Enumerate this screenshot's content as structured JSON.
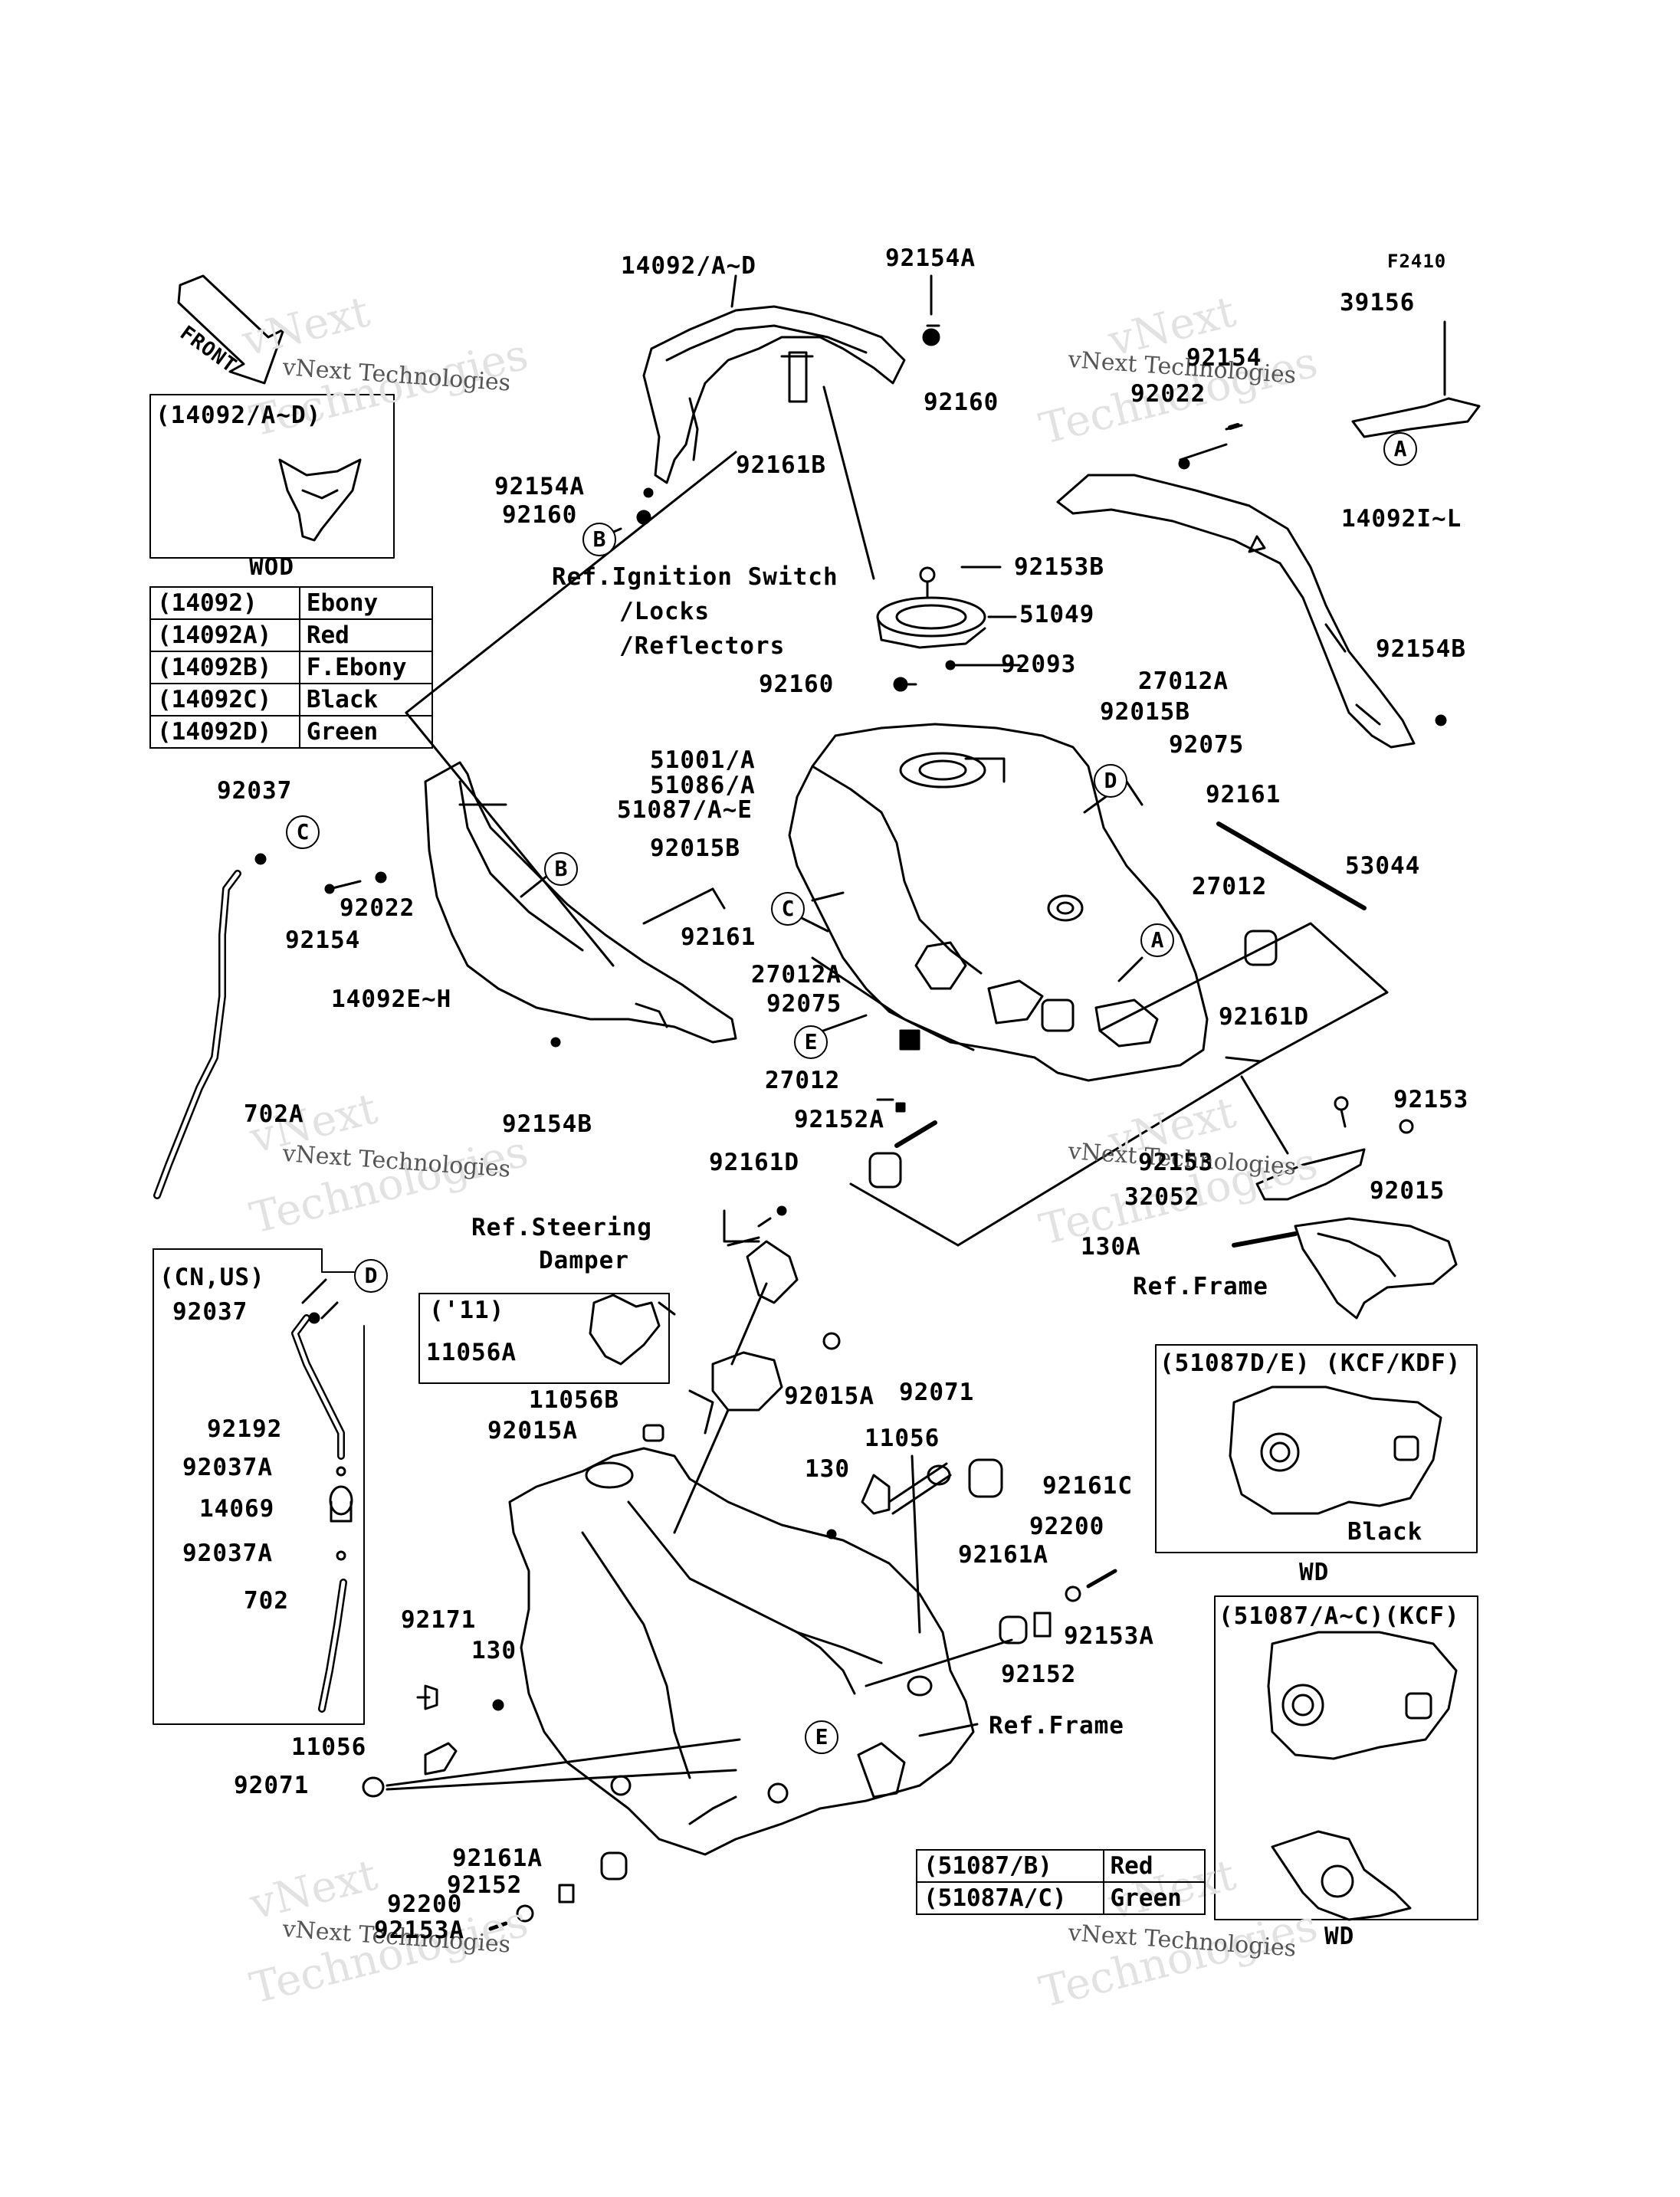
{
  "figure_code": "F2410",
  "front_arrow": "FRONT",
  "watermark": {
    "brand": "vNext Technologies",
    "brand_repeat": "vNext",
    "word": "Technologies"
  },
  "labels": {
    "p14092_AD": "14092/A~D",
    "p92154A_top": "92154A",
    "p92160_top": "92160",
    "p92161B": "92161B",
    "p92154A_left": "92154A",
    "p92160_left": "92160",
    "ref_ignition": "Ref.Ignition Switch",
    "ref_locks": "/Locks",
    "ref_reflectors": "/Reflectors",
    "p92153B": "92153B",
    "p51049": "51049",
    "p92093": "92093",
    "p92160_mid": "92160",
    "p39156": "39156",
    "p92154_tr": "92154",
    "p92022_tr": "92022",
    "p14092IL": "14092I~L",
    "p92154B_r": "92154B",
    "p27012A_r": "27012A",
    "p92015B_r": "92015B",
    "p92075_r": "92075",
    "p92161_r": "92161",
    "p53044": "53044",
    "p27012_r": "27012",
    "p92161D_r": "92161D",
    "p51001": "51001/A",
    "p51086": "51086/A",
    "p51087": "51087/A~E",
    "p92015B_l": "92015B",
    "p92161_l": "92161",
    "p27012A_l": "27012A",
    "p92075_l": "92075",
    "p27012_l": "27012",
    "p92152A": "92152A",
    "p92161D_l": "92161D",
    "p92037_top": "92037",
    "p92154_l": "92154",
    "p92022_l": "92022",
    "p14092EH": "14092E~H",
    "p92154B_l": "92154B",
    "p702A": "702A",
    "p92153": "92153",
    "p92153_mid": "92153",
    "p32052": "32052",
    "p92015": "92015",
    "p130A": "130A",
    "ref_frame_top": "Ref.Frame",
    "ref_steering": "Ref.Steering",
    "ref_damper": "Damper",
    "year_11": "('11)",
    "p11056A": "11056A",
    "p11056B": "11056B",
    "p92015A_l": "92015A",
    "p92015A_r": "92015A",
    "p92071_top": "92071",
    "p11056_top": "11056",
    "p130_top": "130",
    "p92161C": "92161C",
    "p92200_top": "92200",
    "p92161A_top": "92161A",
    "p92153A_top": "92153A",
    "p92152_top": "92152",
    "ref_frame_mid": "Ref.Frame",
    "cn_us": "(CN,US)",
    "p92037_box": "92037",
    "p92192": "92192",
    "p92037A_a": "92037A",
    "p14069": "14069",
    "p92037A_b": "92037A",
    "p702": "702",
    "p92171": "92171",
    "p130_bot": "130",
    "p11056_bot": "11056",
    "p92071_bot": "92071",
    "p92161A_bot": "92161A",
    "p92152_bot": "92152",
    "p92200_bot": "92200",
    "p92153A_bot": "92153A",
    "wod_title": "(14092/A~D)",
    "wod": "WOD",
    "kcf_kdf_title": "(51087D/E) (KCF/KDF)",
    "black": "Black",
    "wd_1": "WD",
    "kcf_title": "(51087/A~C)(KCF)",
    "wd_2": "WD"
  },
  "callouts": {
    "A": "A",
    "B": "B",
    "C": "C",
    "D": "D",
    "E": "E"
  },
  "color_table_14092": [
    [
      "(14092)",
      "Ebony"
    ],
    [
      "(14092A)",
      "Red"
    ],
    [
      "(14092B)",
      "F.Ebony"
    ],
    [
      "(14092C)",
      "Black"
    ],
    [
      "(14092D)",
      "Green"
    ]
  ],
  "color_table_51087": [
    [
      "(51087/B)",
      "Red"
    ],
    [
      "(51087A/C)",
      "Green"
    ]
  ]
}
